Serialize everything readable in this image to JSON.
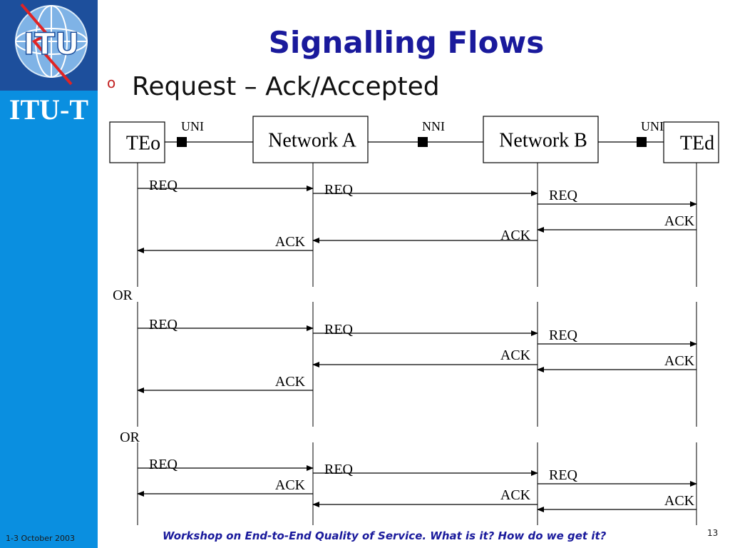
{
  "sidebar": {
    "logo_text": "ITU",
    "brand": "ITU-T",
    "date": "1-3 October 2003"
  },
  "slide": {
    "title": "Signalling Flows",
    "subtitle": "Request – Ack/Accepted",
    "footer": "Workshop on End-to-End Quality of Service. What is it? How do we get it?",
    "page_number": "13"
  },
  "diagram": {
    "entities": [
      "TEo",
      "Network A",
      "Network B",
      "TEd"
    ],
    "interfaces": [
      "UNI",
      "NNI",
      "UNI"
    ],
    "separator_label": "OR",
    "flows": [
      {
        "messages": [
          {
            "label": "REQ",
            "from": 0,
            "to": 1
          },
          {
            "label": "REQ",
            "from": 1,
            "to": 2
          },
          {
            "label": "REQ",
            "from": 2,
            "to": 3
          },
          {
            "label": "ACK",
            "from": 3,
            "to": 2
          },
          {
            "label": "ACK",
            "from": 2,
            "to": 1
          },
          {
            "label": "ACK",
            "from": 1,
            "to": 0
          }
        ]
      },
      {
        "messages": [
          {
            "label": "REQ",
            "from": 0,
            "to": 1
          },
          {
            "label": "REQ",
            "from": 1,
            "to": 2
          },
          {
            "label": "REQ",
            "from": 2,
            "to": 3
          },
          {
            "label": "ACK",
            "from": 2,
            "to": 1
          },
          {
            "label": "ACK",
            "from": 3,
            "to": 2
          },
          {
            "label": "ACK",
            "from": 1,
            "to": 0
          }
        ]
      },
      {
        "messages": [
          {
            "label": "REQ",
            "from": 0,
            "to": 1
          },
          {
            "label": "REQ",
            "from": 1,
            "to": 2
          },
          {
            "label": "REQ",
            "from": 2,
            "to": 3
          },
          {
            "label": "ACK",
            "from": 1,
            "to": 0
          },
          {
            "label": "ACK",
            "from": 2,
            "to": 1
          },
          {
            "label": "ACK",
            "from": 3,
            "to": 2
          }
        ]
      }
    ]
  }
}
